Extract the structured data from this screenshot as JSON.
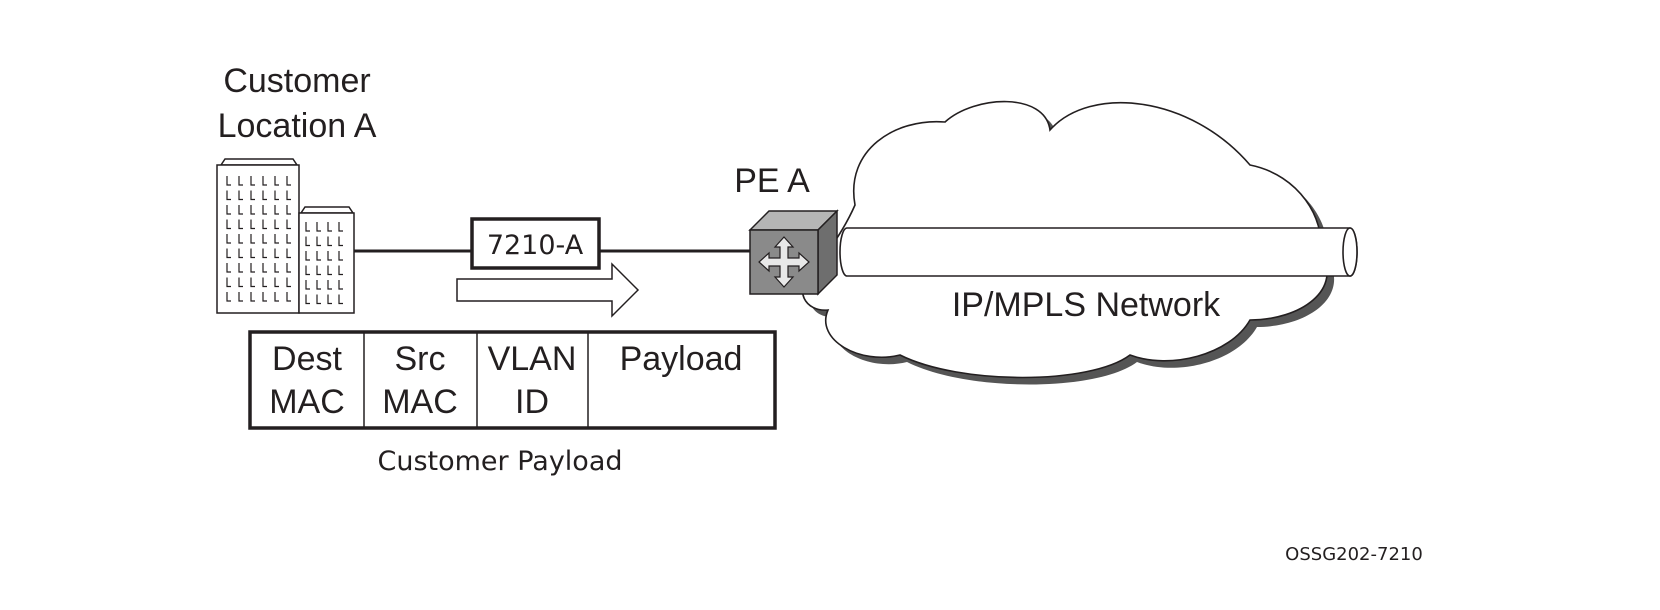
{
  "site": {
    "label_line1": "Customer",
    "label_line2": "Location A"
  },
  "device": {
    "label": "7210-A"
  },
  "pe": {
    "label": "PE A"
  },
  "network": {
    "label": "IP/MPLS Network"
  },
  "frame": {
    "fields": [
      {
        "line1": "Dest",
        "line2": "MAC"
      },
      {
        "line1": "Src",
        "line2": "MAC"
      },
      {
        "line1": "VLAN",
        "line2": "ID"
      },
      {
        "line1": "Payload",
        "line2": ""
      }
    ],
    "caption": "Customer Payload"
  },
  "figure_id": "OSSG202-7210",
  "colors": {
    "ink": "#231f20",
    "router_front": "#8a8a8a",
    "router_top": "#b5b5b5",
    "router_side": "#6e6e6e",
    "cloud_shadow": "#555555"
  }
}
